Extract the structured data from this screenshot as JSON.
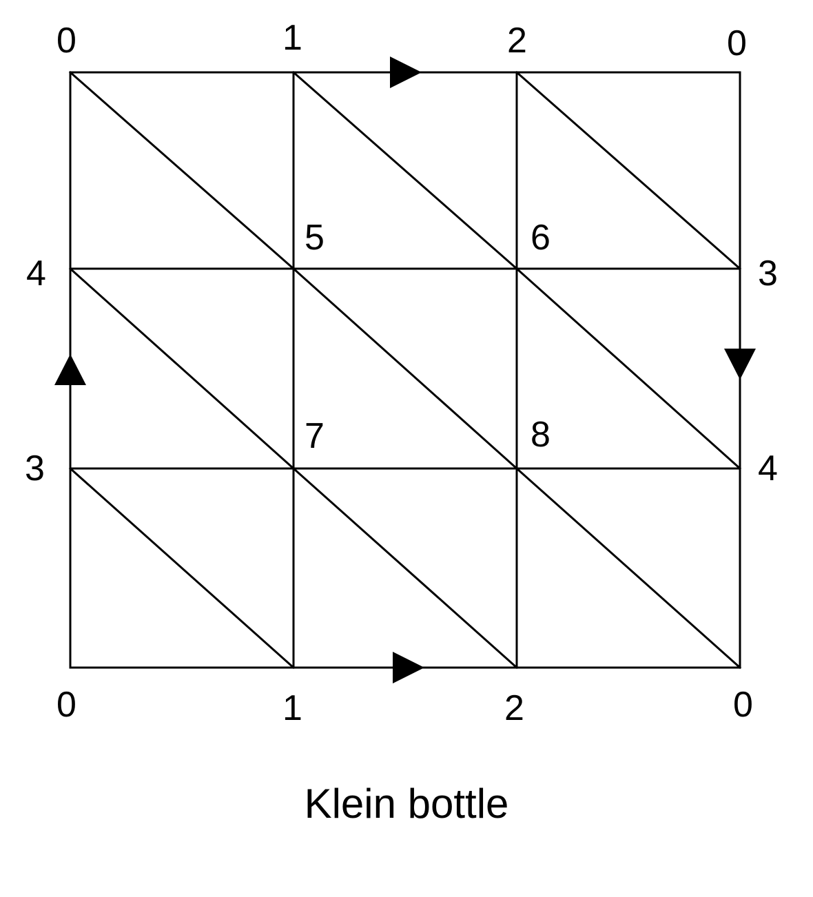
{
  "caption": "Klein bottle",
  "colors": {
    "line": "#000000",
    "background": "#ffffff"
  },
  "vertex_labels": {
    "top_left": "0",
    "top_1": "1",
    "top_2": "2",
    "top_right": "0",
    "left_upper": "4",
    "left_lower": "3",
    "inner_5": "5",
    "inner_6": "6",
    "inner_7": "7",
    "inner_8": "8",
    "right_upper": "3",
    "right_lower": "4",
    "bottom_left": "0",
    "bottom_1": "1",
    "bottom_2": "2",
    "bottom_right": "0"
  },
  "edge_identifications": [
    {
      "edge": "top",
      "direction": "right"
    },
    {
      "edge": "bottom",
      "direction": "right"
    },
    {
      "edge": "left",
      "direction": "up"
    },
    {
      "edge": "right",
      "direction": "down"
    }
  ]
}
